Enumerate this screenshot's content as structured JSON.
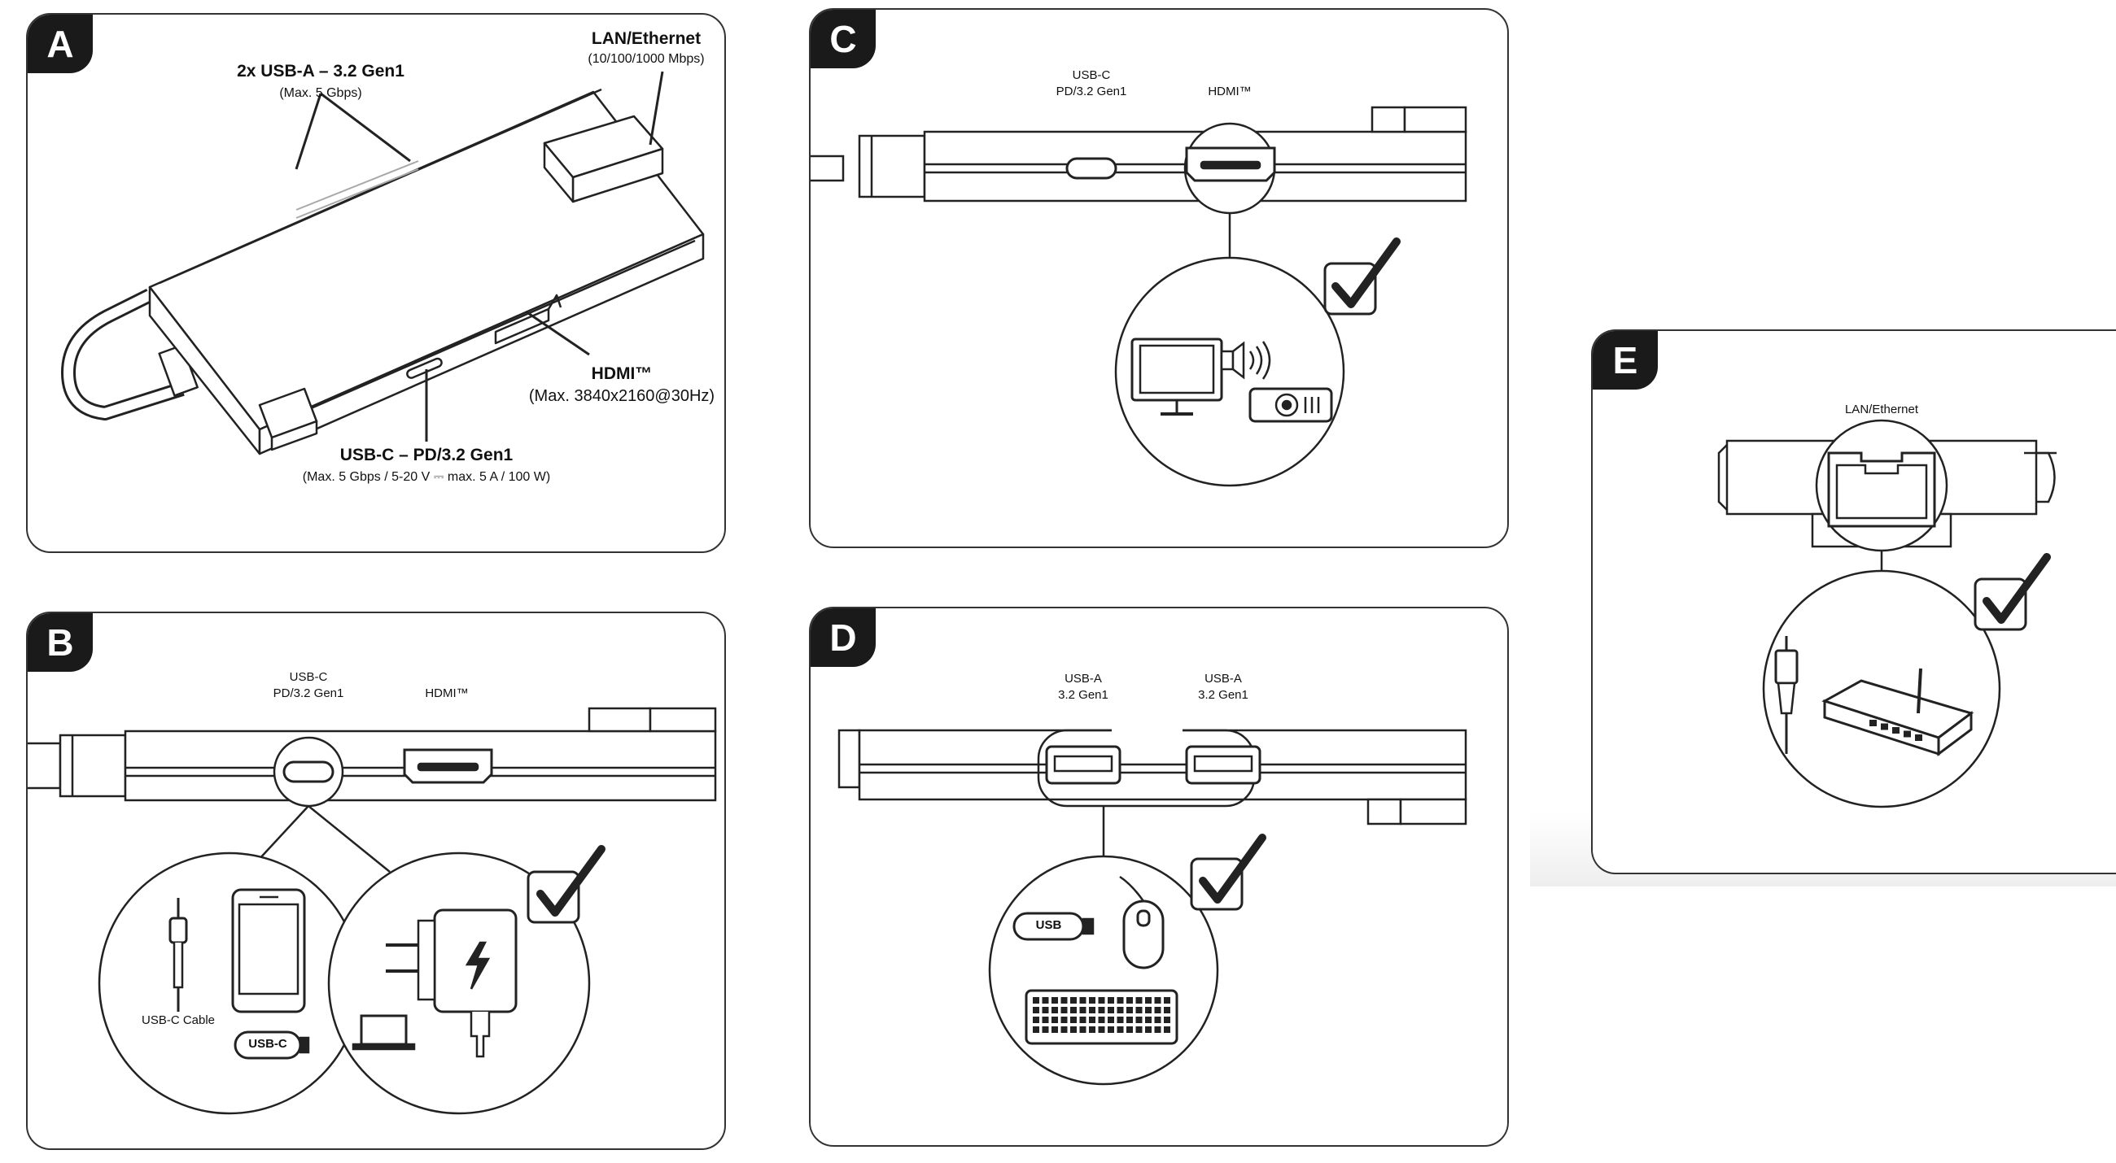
{
  "panels": {
    "a": {
      "tab": "A",
      "usb_a_title": "2x USB-A – 3.2 Gen1",
      "usb_a_sub": "(Max. 5 Gbps)",
      "lan_title": "LAN/Ethernet",
      "lan_sub": "(10/100/1000 Mbps)",
      "hdmi_title": "HDMI™",
      "hdmi_sub": "(Max. 3840x2160@30Hz)",
      "usbc_title": "USB-C – PD/3.2 Gen1",
      "usbc_sub": "(Max. 5 Gbps / 5-20 V ⎓ max. 5 A / 100 W)"
    },
    "b": {
      "tab": "B",
      "usbc_line1": "USB-C",
      "usbc_line2": "PD/3.2 Gen1",
      "hdmi": "HDMI™",
      "cable_label": "USB-C Cable",
      "stick_label": "USB-C"
    },
    "c": {
      "tab": "C",
      "usbc_line1": "USB-C",
      "usbc_line2": "PD/3.2 Gen1",
      "hdmi": "HDMI™"
    },
    "d": {
      "tab": "D",
      "usba1_line1": "USB-A",
      "usba1_line2": "3.2 Gen1",
      "usba2_line1": "USB-A",
      "usba2_line2": "3.2 Gen1",
      "stick_label": "USB"
    },
    "e": {
      "tab": "E",
      "lan": "LAN/Ethernet"
    }
  }
}
